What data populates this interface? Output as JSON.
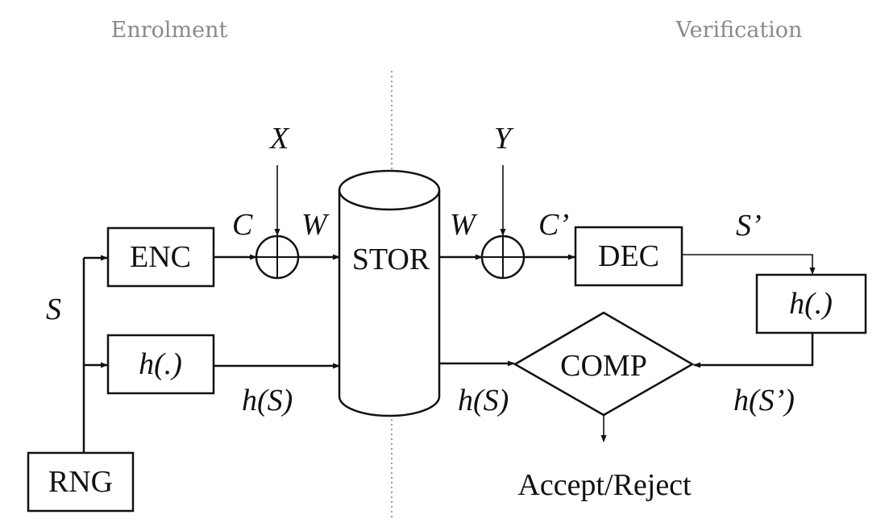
{
  "phases": {
    "enrolment": "Enrolment",
    "verification": "Verification"
  },
  "blocks": {
    "enc": "ENC",
    "hash_enrol": "h(.)",
    "rng": "RNG",
    "stor": "STOR",
    "dec": "DEC",
    "hash_verify": "h(.)",
    "comp": "COMP"
  },
  "signals": {
    "s": "S",
    "x": "X",
    "c": "C",
    "w_in": "W",
    "h_s_enrol": "h(S)",
    "w_out": "W",
    "y": "Y",
    "c_prime": "C’",
    "s_prime": "S’",
    "h_s_verify": "h(S)",
    "h_s_prime": "h(S’)"
  },
  "output": "Accept/Reject"
}
